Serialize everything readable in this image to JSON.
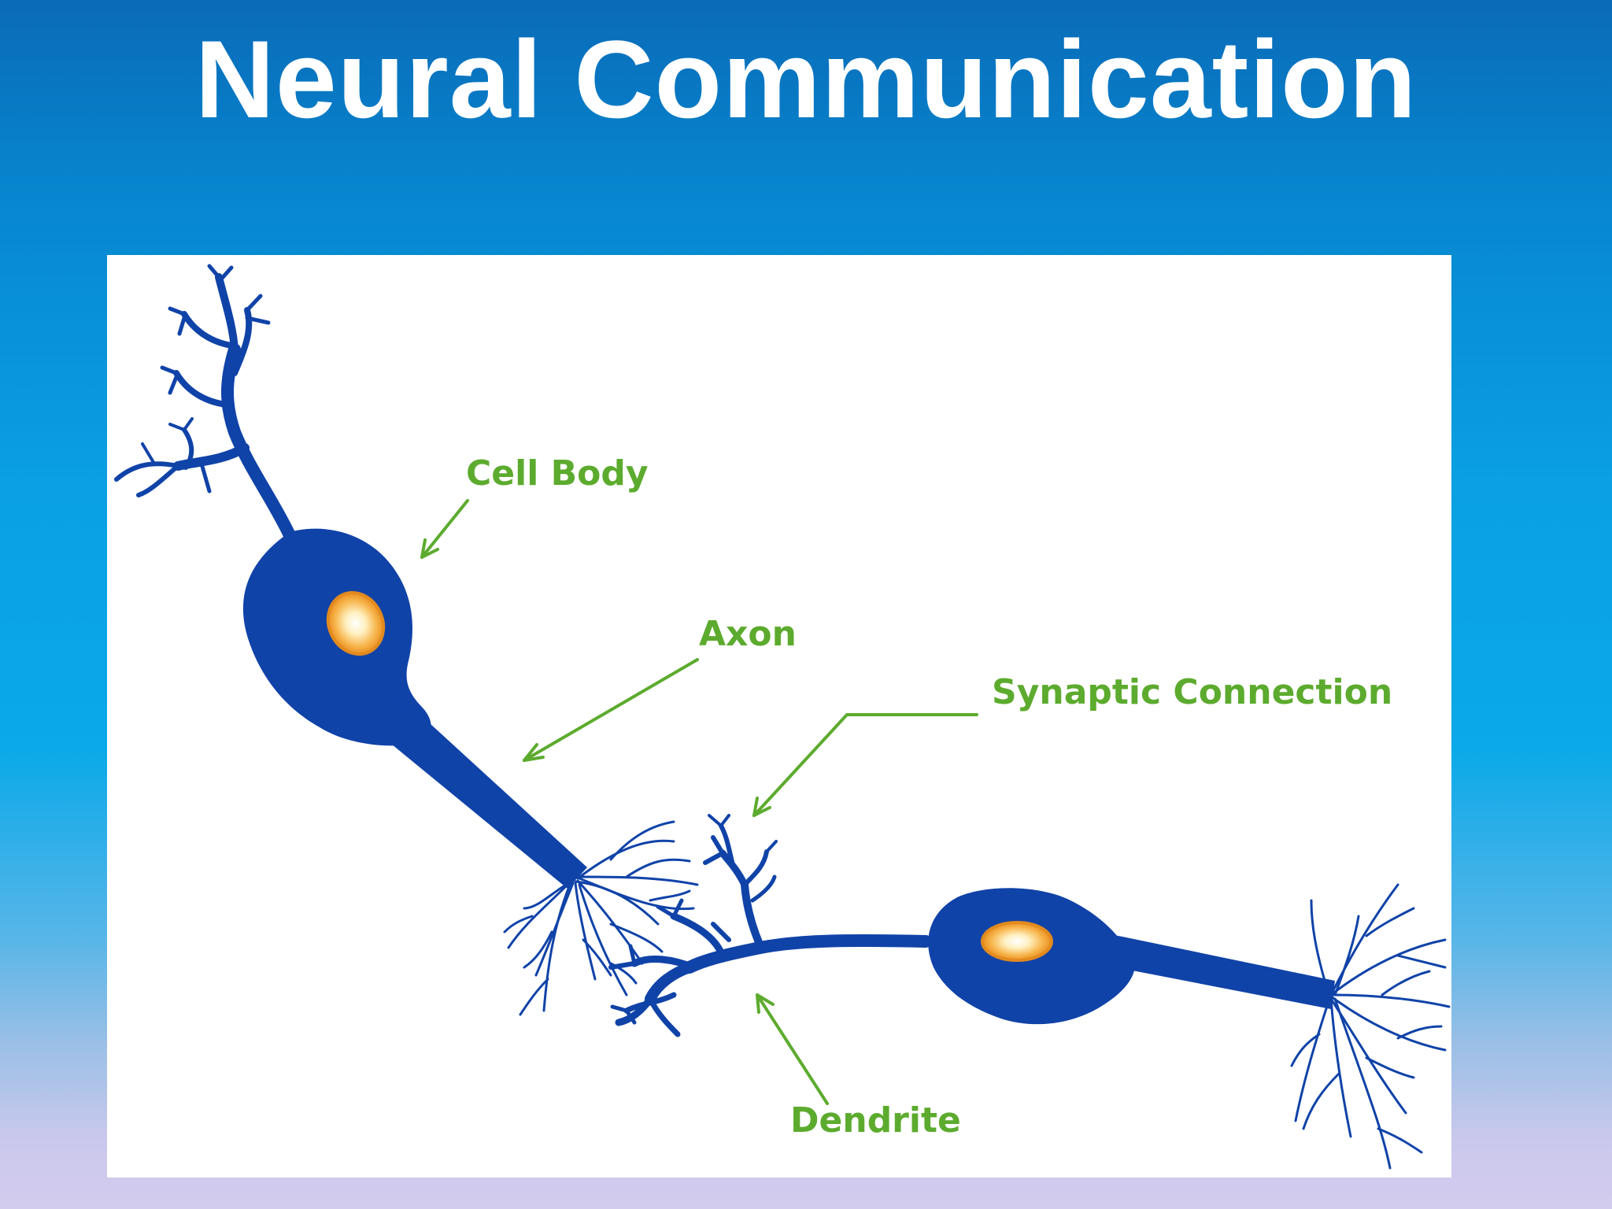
{
  "slide": {
    "title": "Neural Communication"
  },
  "diagram": {
    "labels": {
      "cell_body": "Cell Body",
      "axon": "Axon",
      "synaptic_connection": "Synaptic Connection",
      "dendrite": "Dendrite"
    },
    "colors": {
      "neuron": "#1043a8",
      "label": "#5cab2e",
      "nucleus_outer": "#f2a338",
      "nucleus_inner": "#fff1c2",
      "panel": "#ffffff"
    }
  }
}
